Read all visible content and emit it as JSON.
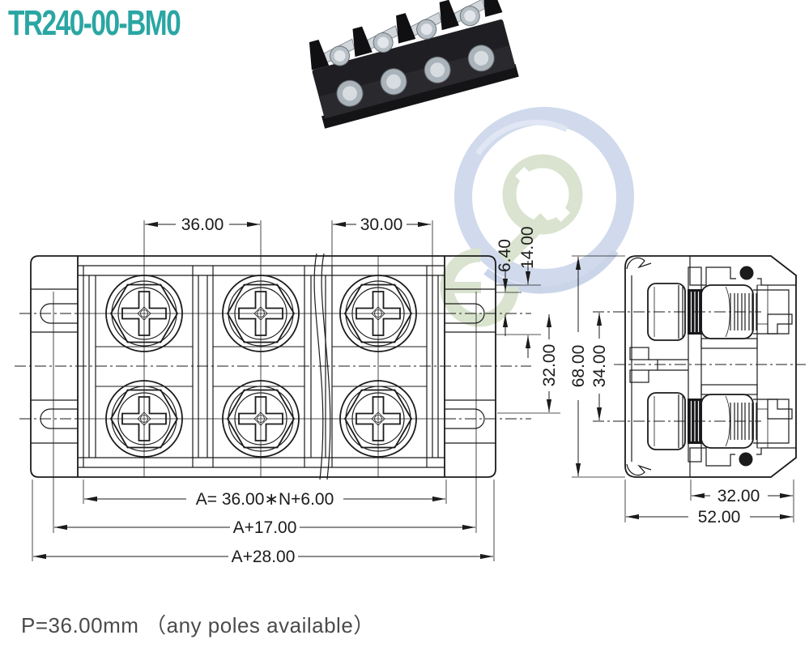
{
  "title": "TR240-00-BM0",
  "footer_note": "P=36.00mm （any poles available）",
  "colors": {
    "title_teal": "#2aa6a3",
    "drawing_line": "#1b1b1b",
    "footer_gray": "#4b4b4b",
    "watermark_ring_blue": "#ccd6ea",
    "watermark_leaf_green": "#d5e1ca"
  },
  "front_view": {
    "dims": {
      "pole_pitch": "36.00",
      "end_pitch": "30.00",
      "top_offset": "6.40",
      "slot_offset": "14.00",
      "row_spacing": "32.00",
      "length_formula": "A= 36.00∗N+6.00",
      "length_mid": "A+17.00",
      "length_overall": "A+28.00"
    }
  },
  "side_view": {
    "dims": {
      "overall_height": "68.00",
      "screw_row_spacing": "34.00",
      "inner_width": "32.00",
      "overall_width": "52.00"
    }
  }
}
